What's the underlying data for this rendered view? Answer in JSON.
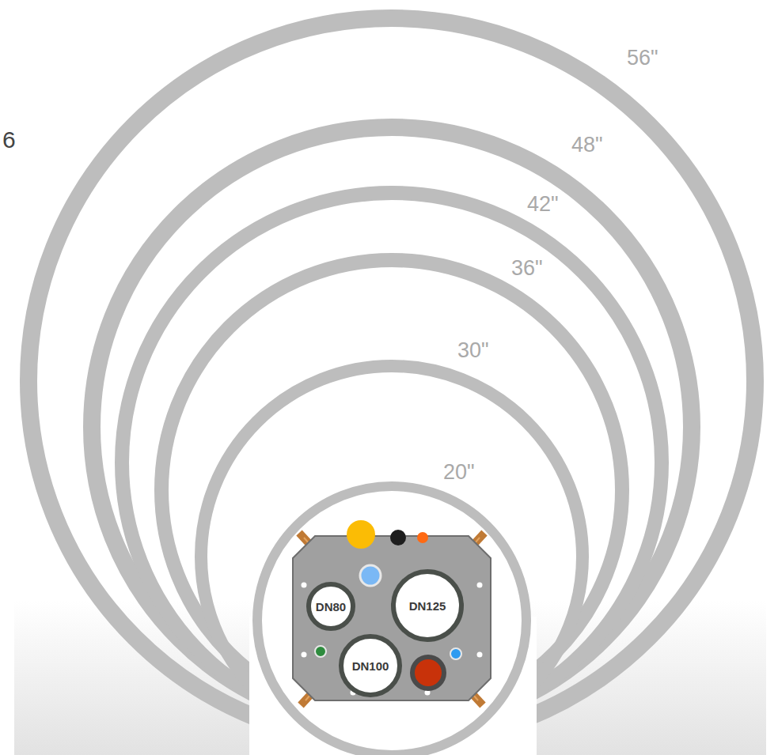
{
  "diagram": {
    "nodes": [
      {
        "text": [
          "DN80"
        ]
      },
      {
        "text": [
          "DN125"
        ]
      },
      {
        "text": [
          "DN100"
        ]
      }
    ],
    "labels": [
      "6",
      "56\"",
      "48\"",
      "42\"",
      "36\"",
      "30\"",
      "20\""
    ]
  }
}
